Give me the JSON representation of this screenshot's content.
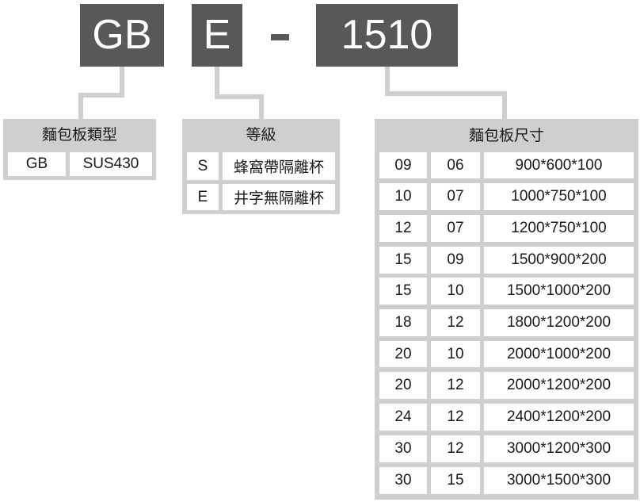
{
  "code": {
    "part1": "GB",
    "part2": "E",
    "separator": "-",
    "part3": "1510"
  },
  "type_table": {
    "title": "麵包板類型",
    "rows": [
      [
        "GB",
        "SUS430"
      ]
    ]
  },
  "grade_table": {
    "title": "等級",
    "rows": [
      [
        "S",
        "蜂窩帶隔離杯"
      ],
      [
        "E",
        "井字無隔離杯"
      ]
    ]
  },
  "size_table": {
    "title": "麵包板尺寸",
    "rows": [
      [
        "09",
        "06",
        "900*600*100"
      ],
      [
        "10",
        "07",
        "1000*750*100"
      ],
      [
        "12",
        "07",
        "1200*750*100"
      ],
      [
        "15",
        "09",
        "1500*900*200"
      ],
      [
        "15",
        "10",
        "1500*1000*200"
      ],
      [
        "18",
        "12",
        "1800*1200*200"
      ],
      [
        "20",
        "10",
        "2000*1000*200"
      ],
      [
        "20",
        "12",
        "2000*1200*200"
      ],
      [
        "24",
        "12",
        "2400*1200*200"
      ],
      [
        "30",
        "12",
        "3000*1200*300"
      ],
      [
        "30",
        "15",
        "3000*1500*300"
      ]
    ]
  },
  "colors": {
    "code_box": "#585858",
    "connector": "#cfcfcf",
    "table_frame": "#cfcfcf"
  }
}
